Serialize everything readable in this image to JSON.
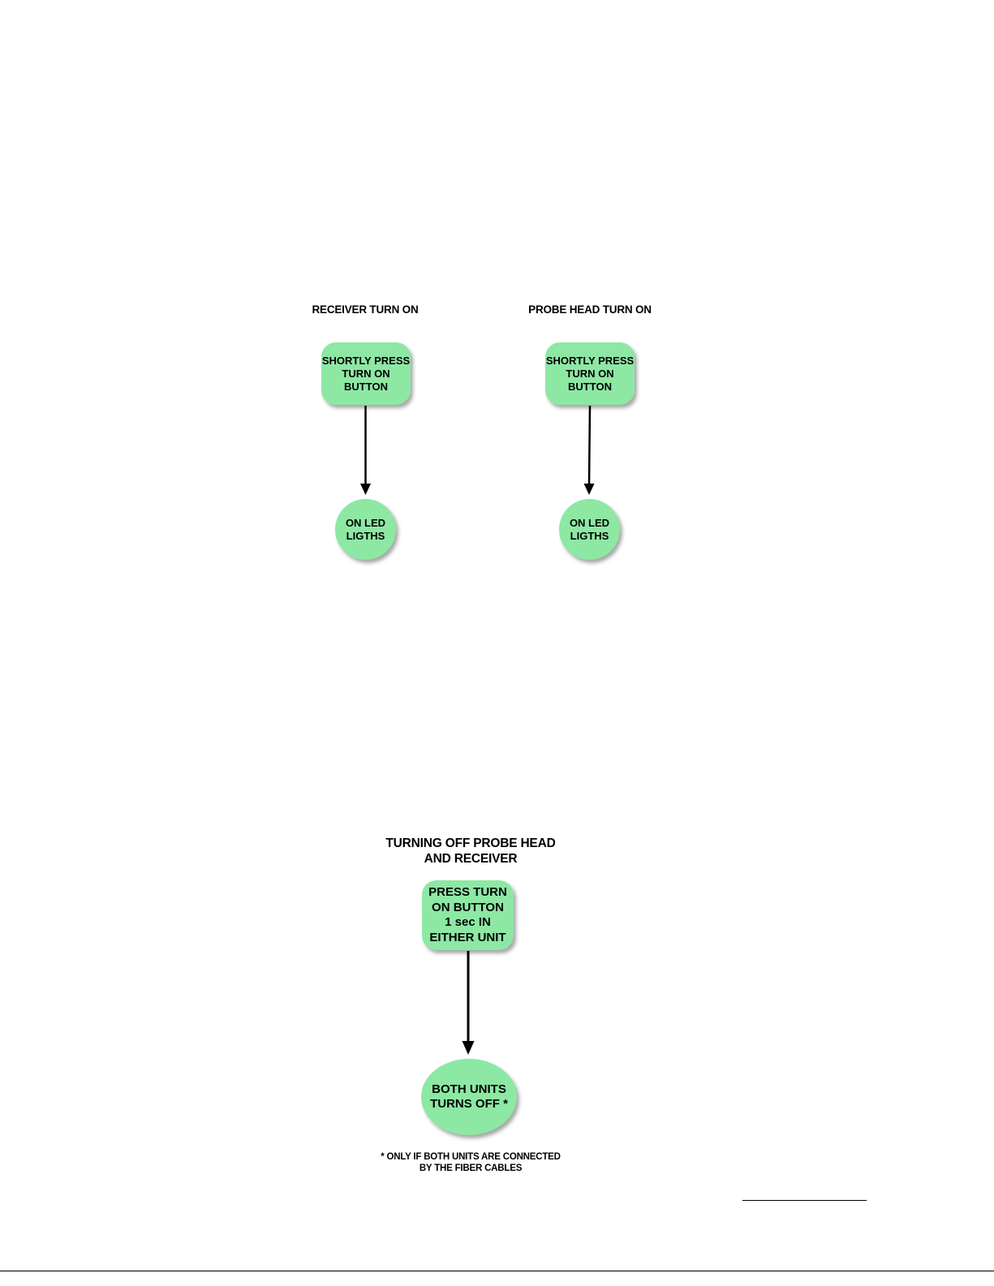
{
  "receiver_flow": {
    "title": "RECEIVER TURN ON",
    "step1": "SHORTLY PRESS\nTURN ON\nBUTTON",
    "step2": "ON LED\nLIGTHS"
  },
  "probe_head_flow": {
    "title": "PROBE HEAD TURN ON",
    "step1": "SHORTLY PRESS\nTURN ON\nBUTTON",
    "step2": "ON LED\nLIGTHS"
  },
  "turn_off_flow": {
    "title": "TURNING OFF PROBE HEAD\nAND RECEIVER",
    "step1": "PRESS TURN\nON BUTTON\n1 sec IN\nEITHER UNIT",
    "step2": "BOTH UNITS\nTURNS OFF *",
    "footnote": "* ONLY IF BOTH UNITS ARE CONNECTED\nBY THE FIBER CABLES"
  },
  "colors": {
    "node_fill": "#8de8a4",
    "arrow": "#000000"
  }
}
